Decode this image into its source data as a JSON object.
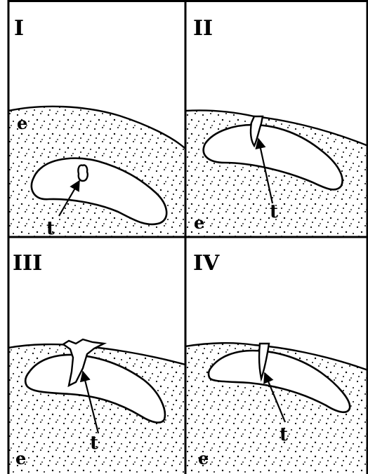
{
  "panels": [
    {
      "label": "I",
      "region_label": "e",
      "pointer_label": "t"
    },
    {
      "label": "II",
      "region_label": "e",
      "pointer_label": "t"
    },
    {
      "label": "III",
      "region_label": "e",
      "pointer_label": "t"
    },
    {
      "label": "IV",
      "region_label": "e",
      "pointer_label": "t"
    }
  ],
  "colors": {
    "ink": "#000000",
    "paper": "#ffffff"
  }
}
